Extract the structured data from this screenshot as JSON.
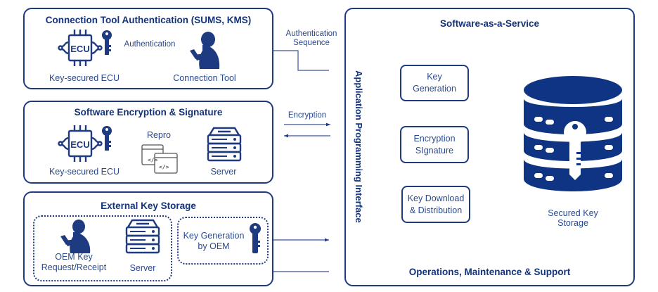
{
  "colors": {
    "primary": "#13337a",
    "line": "#1e3a80",
    "text": "#2a4a8f",
    "background": "#ffffff"
  },
  "panels": {
    "auth": {
      "title": "Connection Tool Authentication (SUMS, KMS)",
      "ecu_label": "Key-secured ECU",
      "ecu_chip_text": "ECU",
      "tool_label": "Connection Tool",
      "link_label": "Authentication"
    },
    "encryption": {
      "title": "Software Encryption & Signature",
      "ecu_label": "Key-secured ECU",
      "ecu_chip_text": "ECU",
      "link_label": "Repro",
      "server_label": "Server"
    },
    "external": {
      "title": "External Key Storage",
      "oem_label_1": "OEM Key",
      "oem_label_2": "Request/Receipt",
      "server_label": "Server",
      "keygen_label_1": "Key Generation",
      "keygen_label_2": "by OEM"
    }
  },
  "connectors": {
    "auth_sequence_1": "Authentication",
    "auth_sequence_2": "Sequence",
    "encryption": "Encryption"
  },
  "saas": {
    "title": "Software-as-a-Service",
    "api_label": "Application Programming Interface",
    "boxes": [
      {
        "line1": "Key",
        "line2": "Generation"
      },
      {
        "line1": "Encryption",
        "line2": "SIgnature"
      },
      {
        "line1": "Key Download",
        "line2": "& Distribution"
      }
    ],
    "storage_label_1": "Secured Key",
    "storage_label_2": "Storage",
    "footer": "Operations, Maintenance & Support"
  },
  "icons": [
    "ecu-chip-icon",
    "key-icon",
    "person-phone-icon",
    "server-icon",
    "code-documents-icon",
    "database-key-icon"
  ]
}
